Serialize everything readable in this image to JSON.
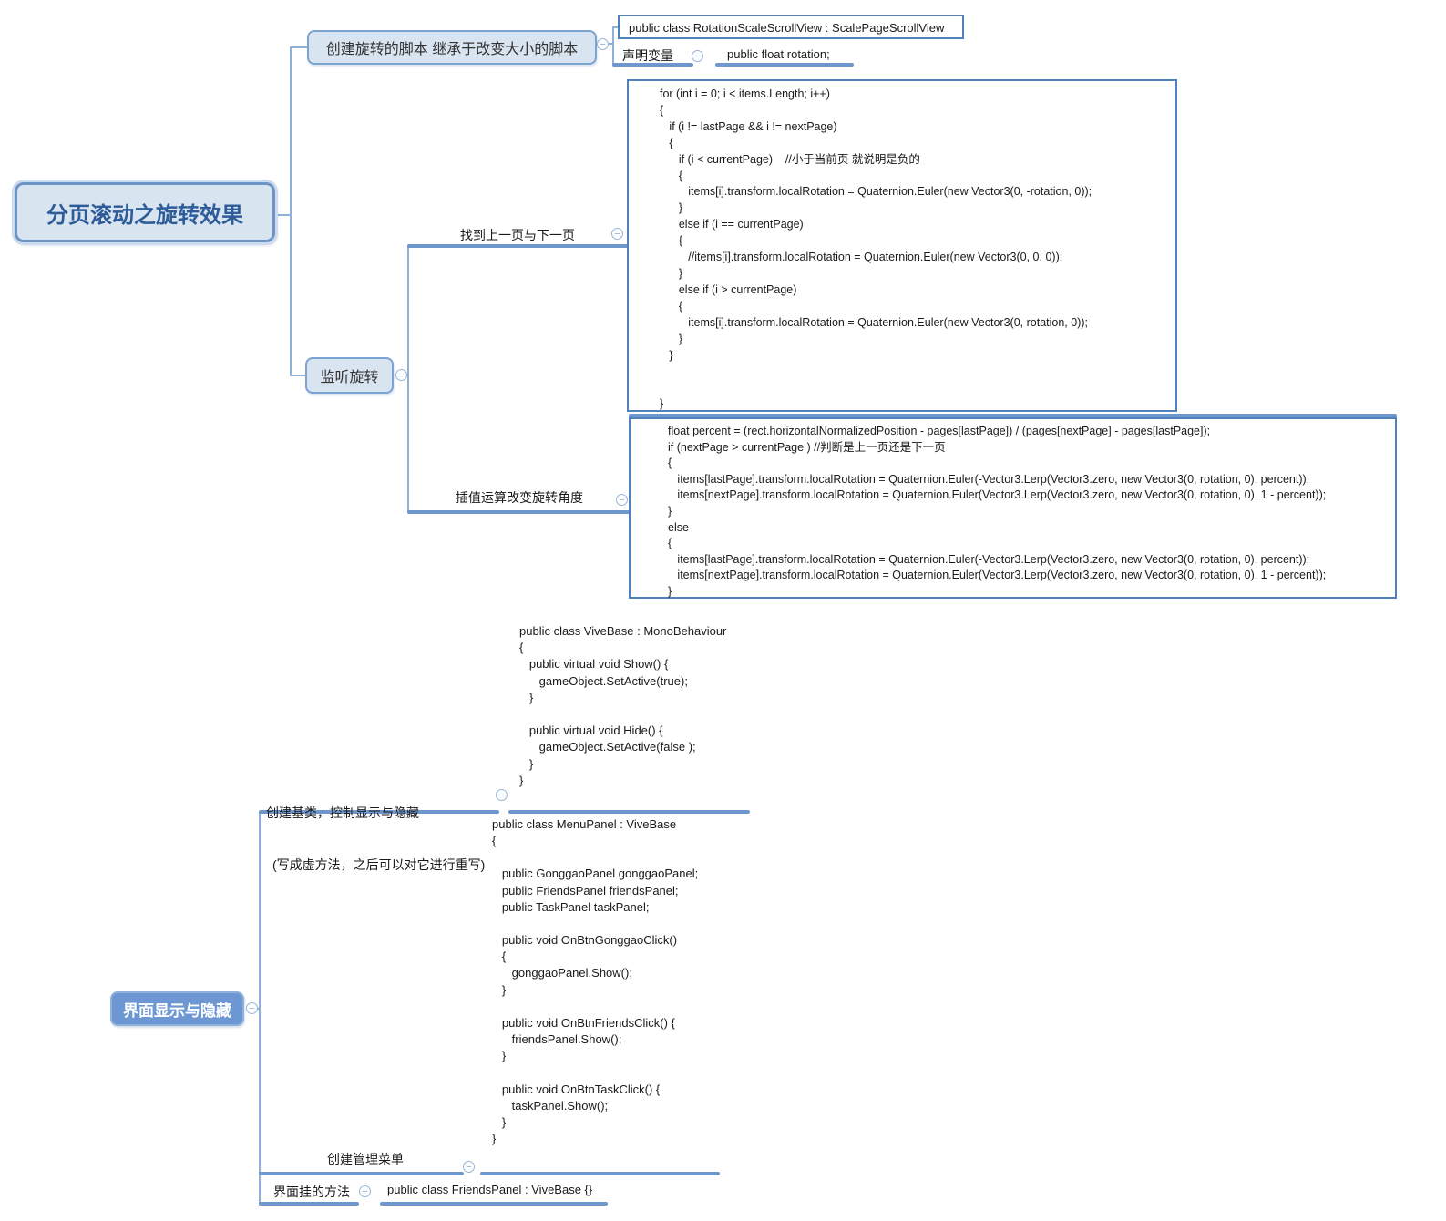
{
  "colors": {
    "accent_border": "#4f81bd",
    "line": "#8fb0d9",
    "underline": "#6e97cd",
    "node_fill": "#d9e4f1",
    "root1_text": "#2e5c99",
    "root2_fill": "#6d97d3"
  },
  "icons": {
    "collapse": "−"
  },
  "map1": {
    "root": "分页滚动之旋转效果",
    "create_script": "创建旋转的脚本 继承于改变大小的脚本",
    "class_decl": "public class RotationScaleScrollView : ScalePageScrollView",
    "declare_var": "声明变量",
    "rotation_field": "public float rotation;",
    "listen": "监听旋转",
    "find_pages": "找到上一页与下一页",
    "find_pages_code": [
      "for (int i = 0; i < items.Length; i++)",
      "{",
      "   if (i != lastPage && i != nextPage)",
      "   {",
      "      if (i < currentPage)    //小于当前页 就说明是负的",
      "      {",
      "         items[i].transform.localRotation = Quaternion.Euler(new Vector3(0, -rotation, 0));",
      "      }",
      "      else if (i == currentPage)",
      "      {",
      "         //items[i].transform.localRotation = Quaternion.Euler(new Vector3(0, 0, 0));",
      "      }",
      "      else if (i > currentPage)",
      "      {",
      "         items[i].transform.localRotation = Quaternion.Euler(new Vector3(0, rotation, 0));",
      "      }",
      "   }",
      "",
      "",
      "}"
    ],
    "lerp_label": "插值运算改变旋转角度",
    "lerp_code": [
      "float percent = (rect.horizontalNormalizedPosition - pages[lastPage]) / (pages[nextPage] - pages[lastPage]);",
      "if (nextPage > currentPage ) //判断是上一页还是下一页",
      "{",
      "   items[lastPage].transform.localRotation = Quaternion.Euler(-Vector3.Lerp(Vector3.zero, new Vector3(0, rotation, 0), percent));",
      "   items[nextPage].transform.localRotation = Quaternion.Euler(Vector3.Lerp(Vector3.zero, new Vector3(0, rotation, 0), 1 - percent));",
      "}",
      "else",
      "{",
      "   items[lastPage].transform.localRotation = Quaternion.Euler(-Vector3.Lerp(Vector3.zero, new Vector3(0, rotation, 0), percent));",
      "   items[nextPage].transform.localRotation = Quaternion.Euler(Vector3.Lerp(Vector3.zero, new Vector3(0, rotation, 0), 1 - percent));",
      "}"
    ]
  },
  "map2": {
    "root": "界面显示与隐藏",
    "base_label_line1": "创建基类，控制显示与隐藏",
    "base_label_line2": "(写成虚方法，之后可以对它进行重写)",
    "base_code": [
      "public class ViveBase : MonoBehaviour",
      "{",
      "   public virtual void Show() {",
      "      gameObject.SetActive(true);",
      "   }",
      "",
      "   public virtual void Hide() {",
      "      gameObject.SetActive(false );",
      "   }",
      "}"
    ],
    "menu_label": "创建管理菜单",
    "menu_code": [
      "public class MenuPanel : ViveBase",
      "{",
      "",
      "   public GonggaoPanel gonggaoPanel;",
      "   public FriendsPanel friendsPanel;",
      "   public TaskPanel taskPanel;",
      "",
      "   public void OnBtnGonggaoClick()",
      "   {",
      "      gonggaoPanel.Show();",
      "   }",
      "",
      "   public void OnBtnFriendsClick() {",
      "      friendsPanel.Show();",
      "   }",
      "",
      "   public void OnBtnTaskClick() {",
      "      taskPanel.Show();",
      "   }",
      "}"
    ],
    "panel_method_label": "界面挂的方法",
    "panel_method_code": "public class FriendsPanel : ViveBase {}"
  }
}
